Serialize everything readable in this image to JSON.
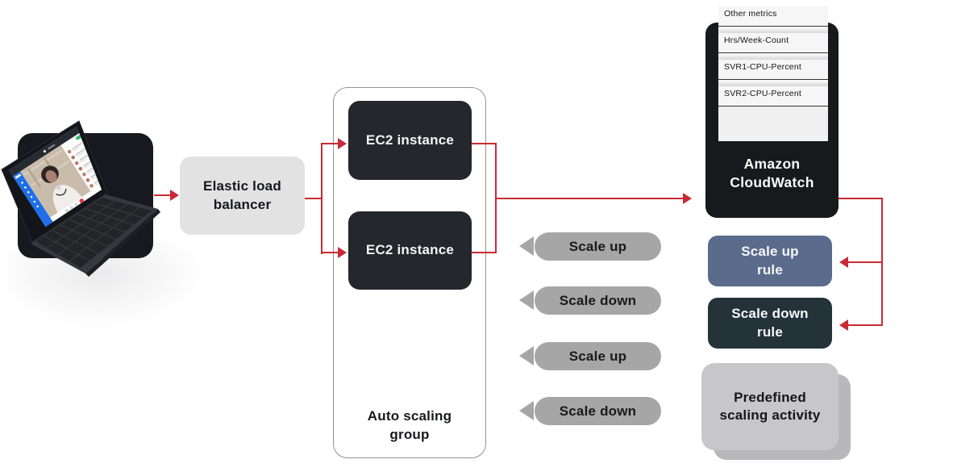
{
  "client": {
    "icon": "laptop-video-call"
  },
  "elb": {
    "label": "Elastic load balancer"
  },
  "asg": {
    "label": "Auto scaling group",
    "instances": [
      {
        "label": "EC2 instance"
      },
      {
        "label": "EC2 instance"
      }
    ]
  },
  "scaling_events": [
    {
      "label": "Scale up"
    },
    {
      "label": "Scale down"
    },
    {
      "label": "Scale up"
    },
    {
      "label": "Scale down"
    }
  ],
  "cloudwatch": {
    "label": "Amazon CloudWatch",
    "metrics": [
      {
        "label": "Other metrics"
      },
      {
        "label": "Hrs/Week-Count"
      },
      {
        "label": "SVR1-CPU-Percent"
      },
      {
        "label": "SVR2-CPU-Percent"
      }
    ]
  },
  "rules": [
    {
      "label": "Scale up rule",
      "color": "#5b6b8c"
    },
    {
      "label": "Scale down rule",
      "color": "#24323a"
    }
  ],
  "predefined": {
    "label": "Predefined scaling activity"
  },
  "colors": {
    "arrow_red": "#c82b35",
    "node_dark": "#24272c",
    "cloudwatch_dark": "#17191d",
    "bubble_gray": "#a6a6a6",
    "elb_gray": "#e2e2e3",
    "predefined_gray": "#c7c7c9"
  }
}
